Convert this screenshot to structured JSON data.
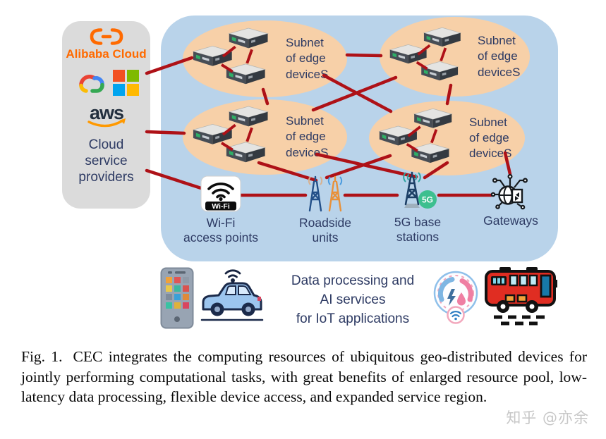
{
  "figure": {
    "cloud_panel": {
      "alibaba_label": "Alibaba Cloud",
      "aws_label": "aws",
      "caption": "Cloud service providers"
    },
    "subnet_label": {
      "line1": "Subnet",
      "line2": "of edge",
      "line3": "deviceS"
    },
    "nodes": {
      "wifi": {
        "badge": "Wi-Fi",
        "label1": "Wi-Fi",
        "label2": "access points"
      },
      "roadside": {
        "label1": "Roadside",
        "label2": "units"
      },
      "five_g": {
        "badge": "5G",
        "label1": "5G base",
        "label2": "stations"
      },
      "gateways": {
        "label": "Gateways"
      }
    },
    "iot_strip": {
      "line1": "Data processing and",
      "line2": "AI services",
      "line3": "for IoT applications"
    }
  },
  "caption": {
    "prefix": "Fig. 1.",
    "text": "CEC integrates the computing resources of ubiquitous geo-distributed devices for jointly performing computational tasks, with great benefits of enlarged resource pool, low-latency data processing, flexible device access, and expanded service region."
  },
  "watermark": "知乎 @亦余",
  "colors": {
    "link_red": "#ae1117",
    "container_blue": "#b9d3ea",
    "subnet_peach": "#f7d0a8",
    "panel_gray": "#dbdbdb",
    "label_navy": "#2d3a63",
    "alibaba_orange": "#ff6a00",
    "aws_orange": "#ff9900",
    "ms_red": "#f25022",
    "ms_green": "#7fba00",
    "ms_blue": "#00a4ef",
    "ms_yellow": "#ffb900"
  }
}
